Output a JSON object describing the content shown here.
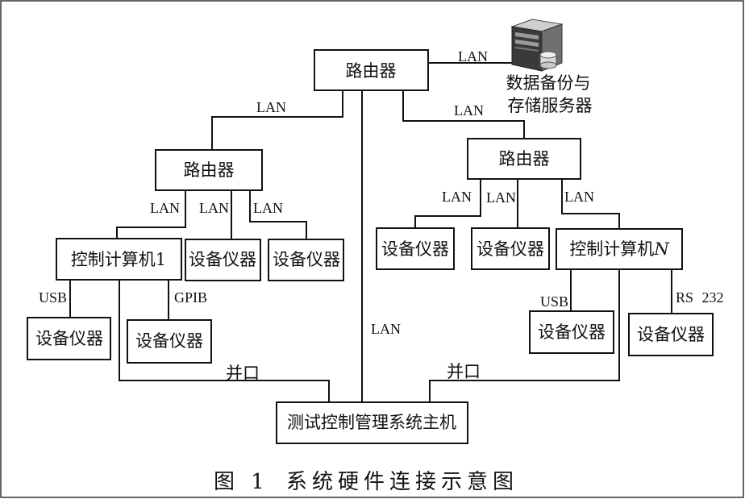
{
  "nodes": {
    "router_top": "路由器",
    "router_left": "路由器",
    "router_right": "路由器",
    "pc_1": "控制计算机1",
    "pc_n": {
      "prefix": "控制计算机",
      "suffix": "N"
    },
    "device_left_a": "设备仪器",
    "device_left_b": "设备仪器",
    "device_pc1_usb": "设备仪器",
    "device_pc1_gpib": "设备仪器",
    "device_right_a": "设备仪器",
    "device_right_b": "设备仪器",
    "device_pcn_usb": "设备仪器",
    "device_pcn_rs232": "设备仪器",
    "host": "测试控制管理系统主机",
    "server_label": [
      "数据备份与",
      "存储服务器"
    ]
  },
  "links": {
    "router_top_server": "LAN",
    "router_top_router_left": "LAN",
    "router_top_host": "LAN",
    "router_top_router_right": "LAN",
    "router_left_pc1": "LAN",
    "router_left_device_a": "LAN",
    "router_left_device_b": "LAN",
    "pc1_usb": "USB",
    "pc1_gpib": "GPIB",
    "pc1_host": "并口",
    "router_right_device_a": "LAN",
    "router_right_device_b": "LAN",
    "router_right_pcn": "LAN",
    "pcn_usb": "USB",
    "pcn_rs232": "RS 232",
    "pcn_host": "并口"
  },
  "caption": {
    "figure": "图 1",
    "title": "系统硬件连接示意图"
  },
  "icons": {
    "server": "server-icon"
  },
  "colors": {
    "line": "#111111",
    "background": "#ffffff"
  }
}
